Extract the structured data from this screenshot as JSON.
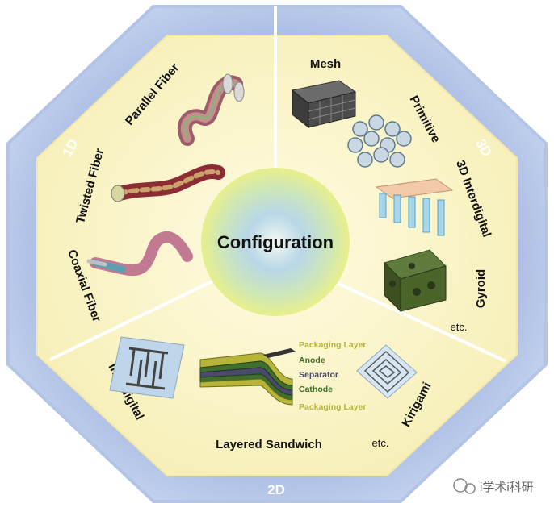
{
  "center": {
    "label": "Configuration"
  },
  "sections": {
    "one_d": "1D",
    "two_d": "2D",
    "three_d": "3D"
  },
  "one_d": {
    "parallel_fiber": "Parallel Fiber",
    "twisted_fiber": "Twisted Fiber",
    "coaxial_fiber": "Coaxial Fiber"
  },
  "three_d": {
    "mesh": "Mesh",
    "primitive": "Primitive",
    "interdigital_3d": "3D Interdigital",
    "gyroid": "Gyroid",
    "etc": "etc."
  },
  "two_d": {
    "interdigital": "Interdigital",
    "layered_sandwich": "Layered Sandwich",
    "kirigami": "Kirigami",
    "etc": "etc."
  },
  "sandwich_layers": [
    {
      "label": "Packaging Layer",
      "color": "#b7b43a"
    },
    {
      "label": "Anode",
      "color": "#3f6f2a"
    },
    {
      "label": "Separator",
      "color": "#4a4a6a"
    },
    {
      "label": "Cathode",
      "color": "#3f6f2a"
    },
    {
      "label": "Packaging Layer",
      "color": "#b7b43a"
    }
  ],
  "watermark": "i学术i科研",
  "colors": {
    "outer_ring": "#8ea6d8",
    "inner_fill": "#fbf6cc",
    "center_glow": "#b9d8e6",
    "center_rim": "#e4ee8e"
  }
}
